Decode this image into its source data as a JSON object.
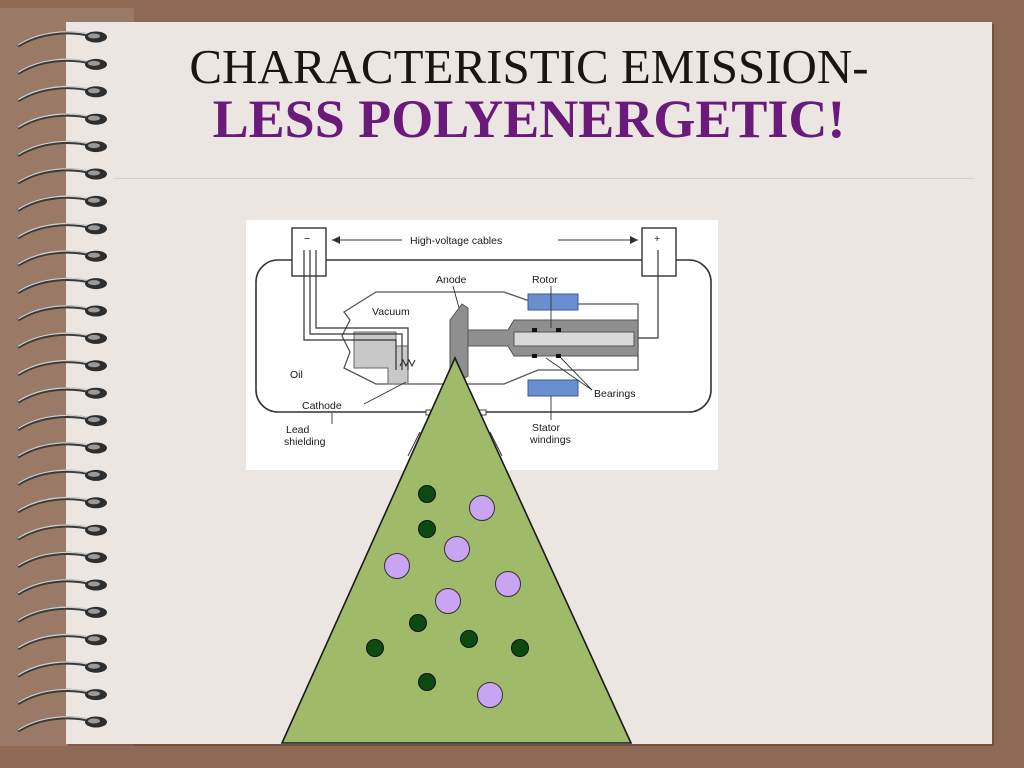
{
  "title": {
    "line1": "CHARACTERISTIC EMISSION-",
    "line2": "LESS POLYENERGETIC!"
  },
  "diagram": {
    "labels": {
      "minus": "−",
      "plus": "+",
      "cables": "High-voltage cables",
      "anode": "Anode",
      "rotor": "Rotor",
      "vacuum": "Vacuum",
      "oil": "Oil",
      "cathode": "Cathode",
      "bearings": "Bearings",
      "lead": "Lead",
      "shielding": "shielding",
      "stator": "Stator",
      "windings": "windings"
    }
  },
  "beam": {
    "fill_color": "#9fbb6a",
    "photons_dark_color": "#0d4a12",
    "photons_light_color": "#c9a4f2"
  },
  "icons": {
    "binding": "spiral-binding-icon"
  }
}
